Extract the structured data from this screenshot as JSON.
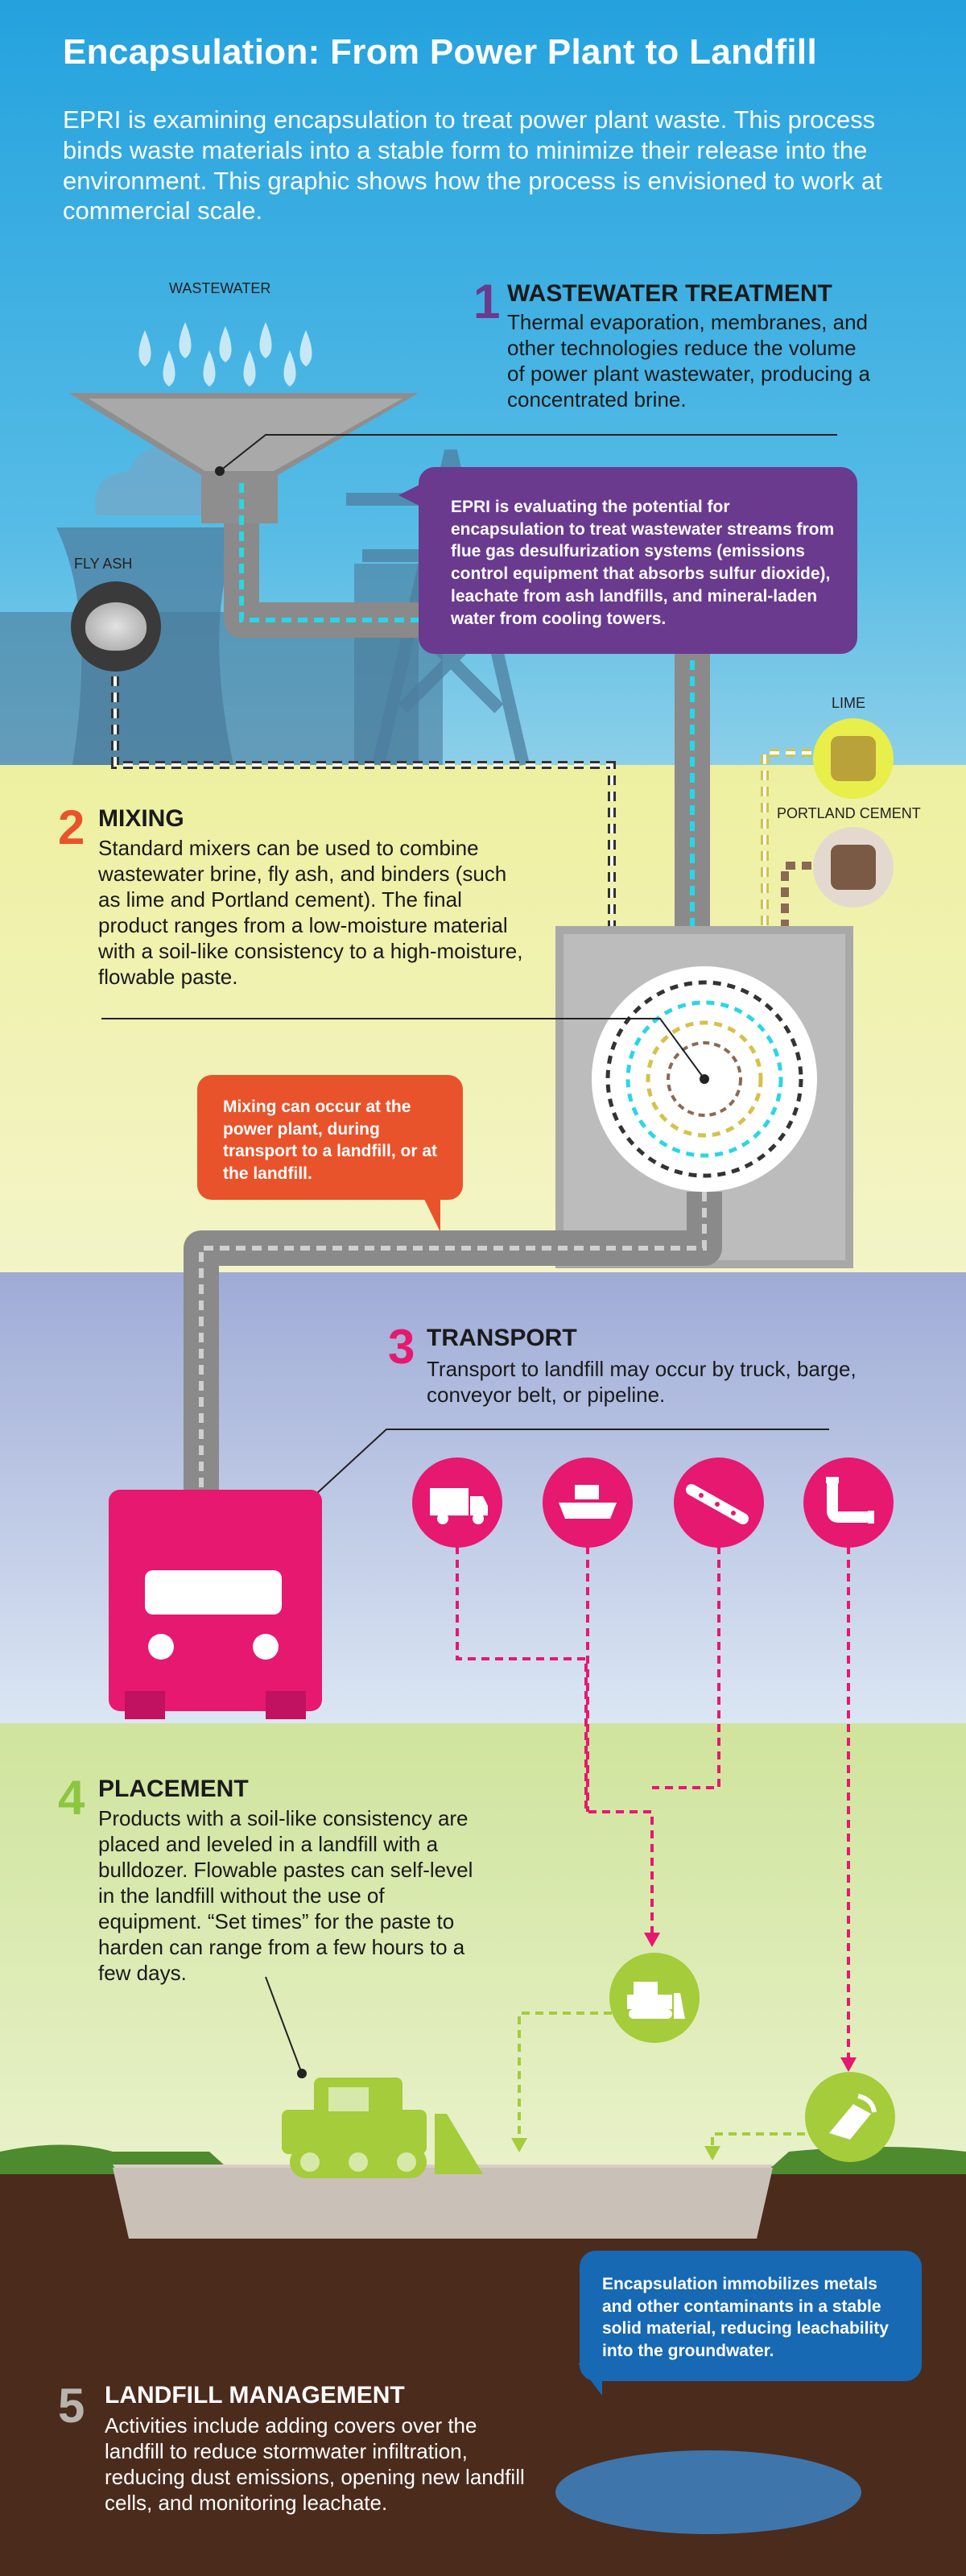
{
  "header": {
    "title": "Encapsulation: From Power Plant to Landfill",
    "intro": "EPRI is examining encapsulation to treat power plant waste. This process binds waste materials into a stable form to minimize their release into the environment. This graphic shows how the process is envisioned to work at commercial scale."
  },
  "labels": {
    "wastewater": "WASTEWATER",
    "fly_ash": "FLY ASH",
    "lime": "LIME",
    "portland_cement": "PORTLAND CEMENT"
  },
  "steps": [
    {
      "number": "1",
      "title": "WASTEWATER TREATMENT",
      "body": "Thermal evaporation, membranes, and other technologies reduce the volume of power plant wastewater, producing a concentrated brine.",
      "color": "#6a3a8e"
    },
    {
      "number": "2",
      "title": "MIXING",
      "body": "Standard mixers can be used to combine wastewater brine, fly ash, and binders (such as lime and Portland cement). The final product ranges from a low-moisture material with a soil-like consistency to a high-moisture, flowable paste.",
      "color": "#e8532b"
    },
    {
      "number": "3",
      "title": "TRANSPORT",
      "body": "Transport to landfill may occur by truck, barge, conveyor belt, or pipeline.",
      "color": "#e6186f"
    },
    {
      "number": "4",
      "title": "PLACEMENT",
      "body": "Products with a soil-like consistency are placed and leveled in a landfill with a bulldozer. Flowable pastes can self-level in the landfill without the use of equipment. “Set times” for the paste to harden can range from a few hours to a few days.",
      "color": "#8cc63f"
    },
    {
      "number": "5",
      "title": "LANDFILL MANAGEMENT",
      "body": "Activities include adding covers over the landfill to reduce stormwater infiltration, reducing dust emissions, opening new landfill cells, and monitoring leachate.",
      "color": "#b9b3ae"
    }
  ],
  "callouts": {
    "purple": "EPRI is evaluating the potential for encapsulation to treat wastewater streams from flue gas desulfurization systems (emissions control equipment that absorbs sulfur dioxide), leachate from ash landfills, and mineral-laden water from cooling towers.",
    "orange": "Mixing can occur at the power plant, during transport to a landfill, or at the landfill.",
    "blue": "Encapsulation immobilizes metals and other contaminants in a stable solid material, reducing leachability into the groundwater."
  },
  "colors": {
    "sky": "#2aa5df",
    "yellow_band": "#eeef9e",
    "lavender_band": "#a8b3d8",
    "green_band": "#d7e9a8",
    "soil": "#4b2b1c",
    "magenta": "#e6186f",
    "lime_green": "#a5cc3a",
    "purple": "#6a3a8e",
    "orange": "#e8532b",
    "blue": "#1769b3"
  }
}
